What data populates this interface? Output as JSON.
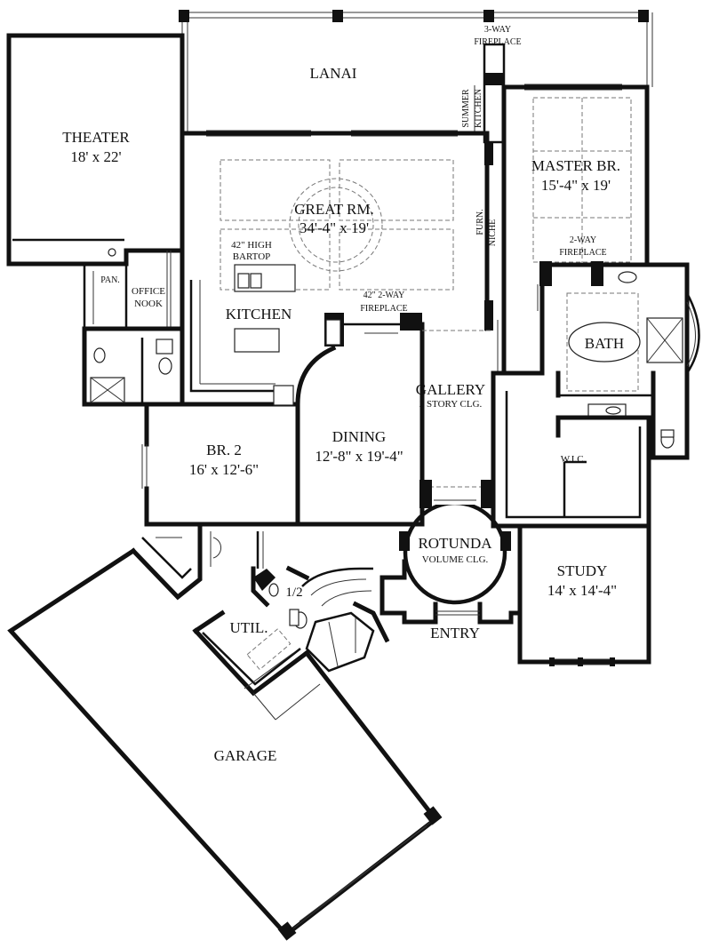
{
  "rooms": {
    "lanai": "LANAI",
    "theater_name": "THEATER",
    "theater_size": "18' x 22'",
    "three_way_1": "3-WAY",
    "three_way_2": "FIREPLACE",
    "summer_1": "SUMMER",
    "summer_2": "KITCHEN",
    "master_name": "MASTER BR.",
    "master_size": "15'-4\" x 19'",
    "great_name": "GREAT RM.",
    "great_size": "34'-4\" x 19'",
    "furn_1": "FURN.",
    "furn_2": "NICHE",
    "bartop_1": "42\" HIGH",
    "bartop_2": "BARTOP",
    "two_way_master_1": "2-WAY",
    "two_way_master_2": "FIREPLACE",
    "pan": "PAN.",
    "office_1": "OFFICE",
    "office_2": "NOOK",
    "kitchen": "KITCHEN",
    "fp42_1": "42\" 2-WAY",
    "fp42_2": "FIREPLACE",
    "bath": "BATH",
    "gallery_name": "GALLERY",
    "gallery_sub": "2 STORY CLG.",
    "dining_name": "DINING",
    "dining_size": "12'-8\" x 19'-4\"",
    "wic": "W.I.C.",
    "br2_name": "BR. 2",
    "br2_size": "16' x 12'-6\"",
    "rotunda_name": "ROTUNDA",
    "rotunda_sub": "VOLUME CLG.",
    "study_name": "STUDY",
    "study_size": "14' x 14'-4\"",
    "half_bath": "1/2",
    "util": "UTIL.",
    "entry": "ENTRY",
    "garage": "GARAGE"
  }
}
